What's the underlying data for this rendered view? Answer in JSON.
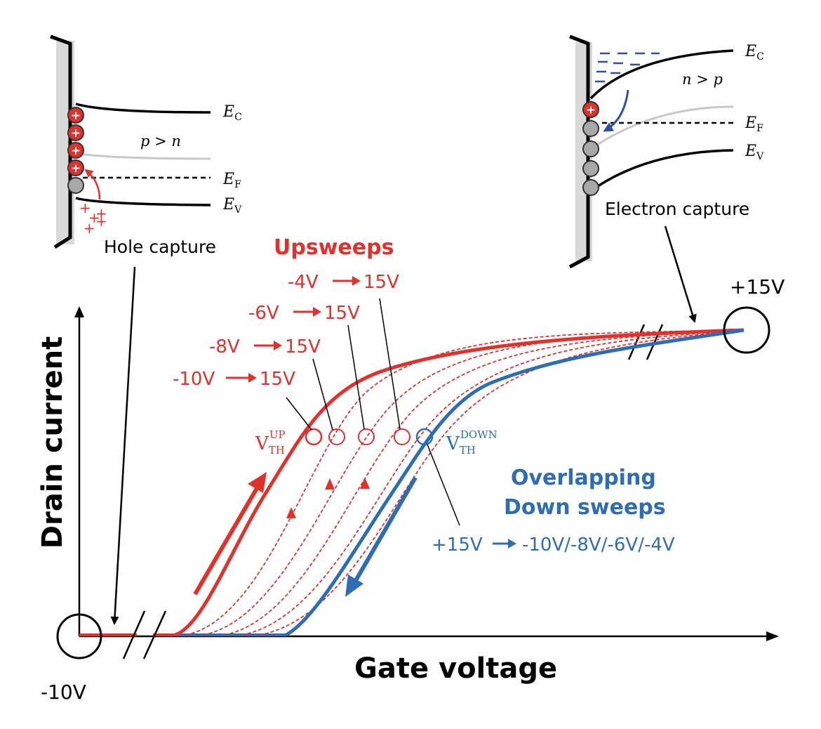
{
  "colors": {
    "red": "#e0312c",
    "blue": "#2e6db4",
    "black": "#000000",
    "gray_band": "#cfcfcf",
    "wall": "#d9d9d9",
    "trap_gray": "#a8a8a8"
  },
  "hole_band": {
    "ec_label_main": "E",
    "ec_label_sub": "C",
    "ef_label_main": "E",
    "ef_label_sub": "F",
    "ev_label_main": "E",
    "ev_label_sub": "V",
    "carrier_relation": "p > n",
    "caption": "Hole capture",
    "trap_plus": "+",
    "free_plus": "+"
  },
  "electron_band": {
    "ec_label_main": "E",
    "ec_label_sub": "C",
    "ef_label_main": "E",
    "ef_label_sub": "F",
    "ev_label_main": "E",
    "ev_label_sub": "V",
    "carrier_relation": "n > p",
    "caption": "Electron capture",
    "trap_plus": "+"
  },
  "plot": {
    "x_axis_label": "Gate voltage",
    "y_axis_label": "Drain current",
    "left_voltage": "-10V",
    "right_voltage": "+15V"
  },
  "upsweeps": {
    "title": "Upsweeps",
    "sweep_labels": [
      "-4V",
      "-6V",
      "-8V",
      "-10V"
    ],
    "end_label": "15V",
    "vth_main": "V",
    "vth_sub": "TH",
    "vth_sup": "UP"
  },
  "downsweeps": {
    "title_line1": "Overlapping",
    "title_line2": "Down sweeps",
    "sweep_from": "+15V",
    "sweep_to": "-10V/-8V/-6V/-4V",
    "vth_main": "V",
    "vth_sub": "TH",
    "vth_sup": "DOWN"
  }
}
